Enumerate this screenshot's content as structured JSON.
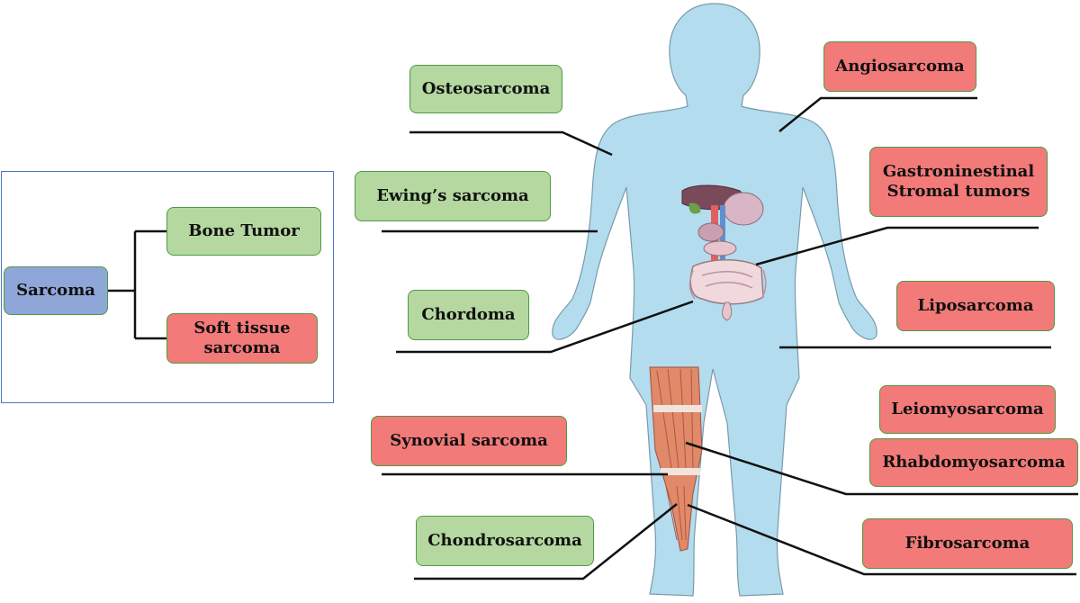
{
  "colors": {
    "bone": "#b4d8a0",
    "soft_tissue": "#f27a78",
    "root": "#8fa6d8",
    "body": "#b3dcef",
    "frame": "#4a78c8"
  },
  "tree": {
    "root": "Sarcoma",
    "branch1": "Bone Tumor",
    "branch2_line1": "Soft tissue",
    "branch2_line2": "sarcoma"
  },
  "labels": {
    "osteosarcoma": "Osteosarcoma",
    "ewing": "Ewing’s sarcoma",
    "chordoma": "Chordoma",
    "synovial": "Synovial sarcoma",
    "chondrosarcoma": "Chondrosarcoma",
    "angiosarcoma": "Angiosarcoma",
    "gist_line1": "Gastroninestinal",
    "gist_line2": "Stromal tumors",
    "liposarcoma": "Liposarcoma",
    "leiomyosarcoma": "Leiomyosarcoma",
    "rhabdomyosarcoma": "Rhabdomyosarcoma",
    "fibrosarcoma": "Fibrosarcoma"
  }
}
